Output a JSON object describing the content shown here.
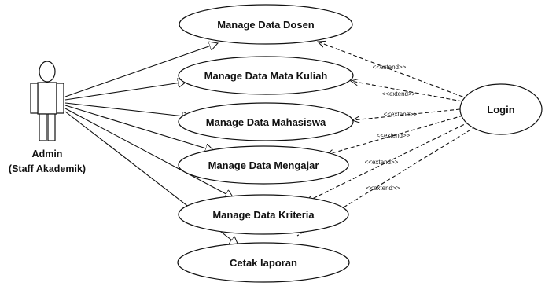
{
  "actor": {
    "name_line1": "Admin",
    "name_line2": "(Staff Akademik)"
  },
  "secondary_actor": {
    "label": "Login"
  },
  "use_cases": [
    {
      "id": "dosen",
      "label": "Manage Data Dosen"
    },
    {
      "id": "matkul",
      "label": "Manage Data Mata Kuliah"
    },
    {
      "id": "mahasiswa",
      "label": "Manage Data Mahasiswa"
    },
    {
      "id": "mengajar",
      "label": "Manage Data Mengajar"
    },
    {
      "id": "kriteria",
      "label": "Manage Data Kriteria"
    },
    {
      "id": "laporan",
      "label": "Cetak laporan"
    }
  ],
  "extend_label": "<<extend>>"
}
